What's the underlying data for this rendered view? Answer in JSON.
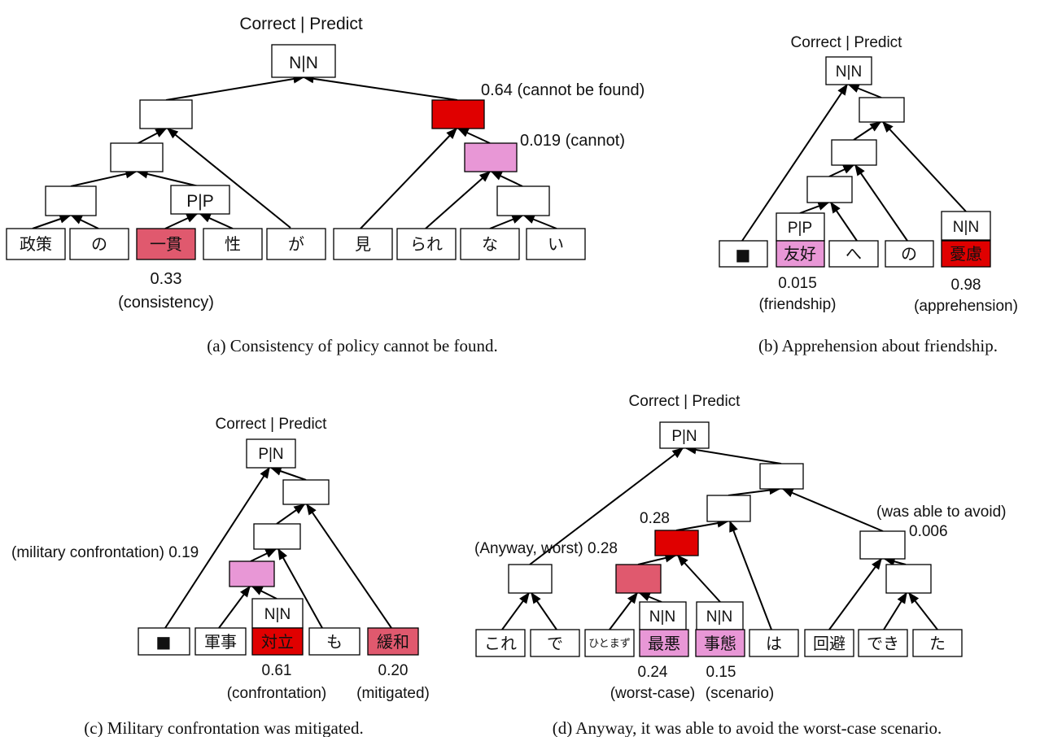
{
  "colors": {
    "high": "#e00000",
    "mid": "#e0596e",
    "low": "#e897d6",
    "none": "#ffffff"
  },
  "a": {
    "header": "Correct | Predict",
    "root": "N|N",
    "pp": "P|P",
    "words": [
      "政策",
      "の",
      "一貫",
      "性",
      "が",
      "見",
      "られ",
      "な",
      "い"
    ],
    "score_word": "0.33",
    "score_word_gloss": "(consistency)",
    "score_node1": "0.64 (cannot be found)",
    "score_node2": "0.019 (cannot)",
    "caption": "(a) Consistency of policy cannot be found."
  },
  "b": {
    "header": "Correct | Predict",
    "root": "N|N",
    "pp": "P|P",
    "nn": "N|N",
    "words": [
      "■",
      "友好",
      "へ",
      "の",
      "憂慮"
    ],
    "score1": "0.015",
    "gloss1": "(friendship)",
    "score2": "0.98",
    "gloss2": "(apprehension)",
    "caption": "(b) Apprehension about friendship."
  },
  "c": {
    "header": "Correct | Predict",
    "root": "P|N",
    "nn": "N|N",
    "words": [
      "■",
      "軍事",
      "対立",
      "も",
      "緩和"
    ],
    "node_ann": "(military confrontation)  0.19",
    "score1": "0.61",
    "gloss1": "(confrontation)",
    "score2": "0.20",
    "gloss2": "(mitigated)",
    "caption": "(c) Military confrontation was mitigated."
  },
  "d": {
    "header": "Correct | Predict",
    "root": "P|N",
    "nn1": "N|N",
    "nn2": "N|N",
    "words": [
      "これ",
      "で",
      "ひとまず",
      "最悪",
      "事態",
      "は",
      "回避",
      "でき",
      "た"
    ],
    "ann_node": "0.28",
    "ann_left": "(Anyway, worst)  0.28",
    "ann_right1": "(was able to avoid)",
    "ann_right2": "0.006",
    "score1": "0.24",
    "gloss1": "(worst-case)",
    "score2": "0.15",
    "gloss2": "(scenario)",
    "caption": "(d) Anyway, it was able to avoid the worst-case scenario."
  }
}
